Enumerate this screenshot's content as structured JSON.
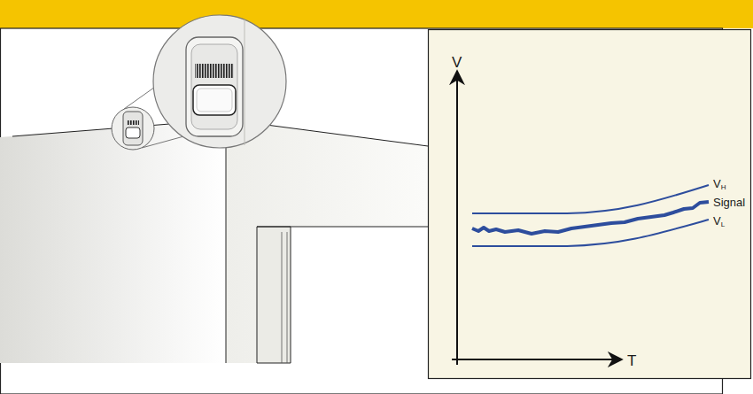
{
  "diagram": {
    "labels": [
      "V",
      "T",
      "VH",
      "Signal",
      "VL"
    ]
  }
}
